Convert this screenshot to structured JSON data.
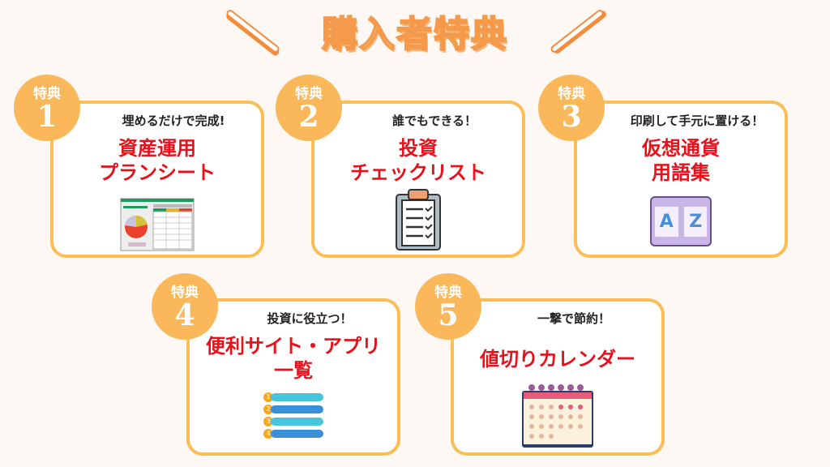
{
  "title": "購入者特典",
  "badge_label": "特典",
  "cards": [
    {
      "number": "1",
      "subtitle": "埋めるだけで完成!",
      "title_lines": [
        "資産運用",
        "プランシート"
      ],
      "icon": "spreadsheet-icon"
    },
    {
      "number": "2",
      "subtitle": "誰でもできる！",
      "title_lines": [
        "投資",
        "チェックリスト"
      ],
      "icon": "clipboard-checklist-icon"
    },
    {
      "number": "3",
      "subtitle": "印刷して手元に置ける！",
      "title_lines": [
        "仮想通貨",
        "用語集"
      ],
      "icon": "dictionary-book-icon"
    },
    {
      "number": "4",
      "subtitle": "投資に役立つ！",
      "title_lines": [
        "便利サイト・アプリ",
        "一覧"
      ],
      "icon": "numbered-list-icon"
    },
    {
      "number": "5",
      "subtitle": "一撃で節約！",
      "title_lines": [
        "値切りカレンダー"
      ],
      "icon": "calendar-icon"
    }
  ],
  "icon_text": {
    "book_letters": [
      "A",
      "Z"
    ],
    "list_numbers": [
      "1",
      "2",
      "3",
      "4"
    ]
  },
  "colors": {
    "accent": "#fbbd55",
    "title_red": "#e8101a",
    "background": "#fdf8f4"
  }
}
